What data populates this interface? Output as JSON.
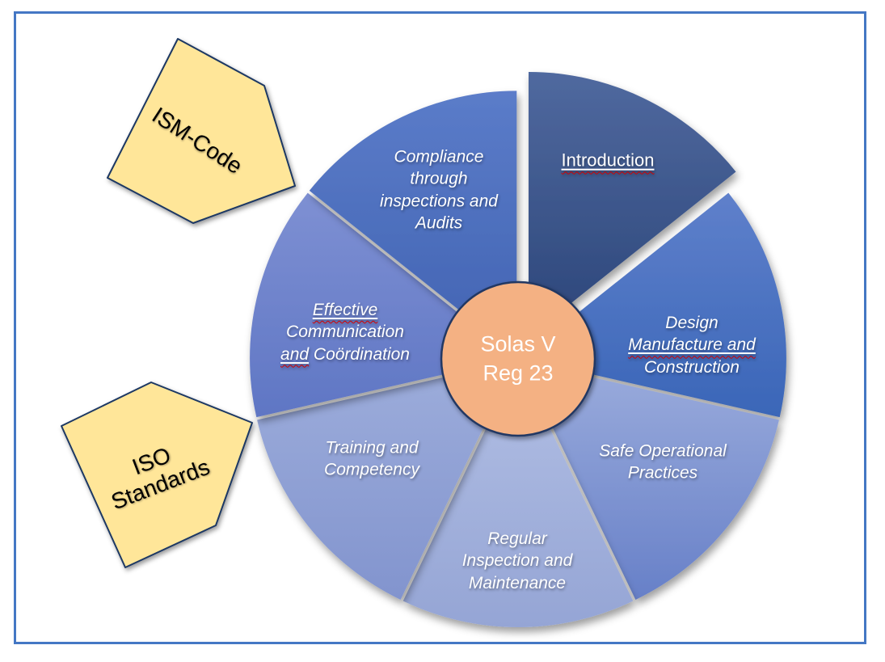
{
  "title": "Solas V Reg 23 wheel diagram",
  "frame": {
    "border_color": "#4477C4",
    "background": "#FFFFFF"
  },
  "hub": {
    "line1": "Solas V",
    "line2": "Reg 23",
    "fill": "#F4B183",
    "border_color": "#203864",
    "text_color": "#FFFFFF"
  },
  "segments": [
    {
      "id": "introduction",
      "label": "Introduction",
      "italic": false,
      "exploded": true,
      "color_top": "#50699F",
      "color_bottom": "#2B4579",
      "lines": [
        {
          "runs": [
            {
              "text": "Introduction",
              "underline": true,
              "misspelled": true
            }
          ]
        }
      ]
    },
    {
      "id": "design-manufacture-and-construction",
      "label": "Design Manufacture and Construction",
      "italic": true,
      "exploded": false,
      "color_top": "#5F80CB",
      "color_bottom": "#3A66B8",
      "lines": [
        {
          "runs": [
            {
              "text": "Design"
            }
          ]
        },
        {
          "runs": [
            {
              "text": "Manufacture and",
              "underline": true,
              "misspelled": true
            }
          ]
        },
        {
          "runs": [
            {
              "text": "Construction"
            }
          ]
        }
      ]
    },
    {
      "id": "safe-operational-practices",
      "label": "Safe Operational Practices",
      "italic": true,
      "exploded": false,
      "color_top": "#9BACDC",
      "color_bottom": "#6780C8",
      "lines": [
        {
          "runs": [
            {
              "text": "Safe Operational"
            }
          ]
        },
        {
          "runs": [
            {
              "text": "Practices"
            }
          ]
        }
      ]
    },
    {
      "id": "regular-inspection-and-maintenance",
      "label": "Regular Inspection and Maintenance",
      "italic": true,
      "exploded": false,
      "color_top": "#B2BFE4",
      "color_bottom": "#95A5D5",
      "lines": [
        {
          "runs": [
            {
              "text": "Regular"
            }
          ]
        },
        {
          "runs": [
            {
              "text": "Inspection and"
            }
          ]
        },
        {
          "runs": [
            {
              "text": "Maintenance"
            }
          ]
        }
      ]
    },
    {
      "id": "training-and-competency",
      "label": "Training and Competency",
      "italic": true,
      "exploded": false,
      "color_top": "#9DADDB",
      "color_bottom": "#8294CE",
      "lines": [
        {
          "runs": [
            {
              "text": "Training and"
            }
          ]
        },
        {
          "runs": [
            {
              "text": "Competency"
            }
          ]
        }
      ]
    },
    {
      "id": "effective-communication-and-coordination",
      "label": "Effective Communication and Coördination",
      "italic": true,
      "exploded": false,
      "color_top": "#7E90D3",
      "color_bottom": "#5F76C4",
      "lines": [
        {
          "runs": [
            {
              "text": "Effective",
              "underline": true,
              "misspelled": true
            }
          ]
        },
        {
          "runs": [
            {
              "text": "Communication"
            }
          ]
        },
        {
          "runs": [
            {
              "text": "and",
              "underline": true,
              "misspelled": true
            },
            {
              "text": " Coördination"
            }
          ]
        }
      ]
    },
    {
      "id": "compliance-through-inspections-and-audits",
      "label": "Compliance through inspections and Audits",
      "italic": true,
      "exploded": false,
      "color_top": "#5B7CC9",
      "color_bottom": "#4163B2",
      "lines": [
        {
          "runs": [
            {
              "text": "Compliance"
            }
          ]
        },
        {
          "runs": [
            {
              "text": "through"
            }
          ]
        },
        {
          "runs": [
            {
              "text": "inspections and"
            }
          ]
        },
        {
          "runs": [
            {
              "text": "Audits"
            }
          ]
        }
      ]
    }
  ],
  "badges": [
    {
      "id": "ism-code",
      "label": "ISM-Code",
      "lines": [
        "ISM-Code"
      ],
      "fill": "#FFE699",
      "border_color": "#1F3864",
      "text_color": "#000000"
    },
    {
      "id": "iso-standards",
      "label": "ISO Standards",
      "lines": [
        "ISO",
        "Standards"
      ],
      "fill": "#FFE699",
      "border_color": "#1F3864",
      "text_color": "#000000"
    }
  ]
}
